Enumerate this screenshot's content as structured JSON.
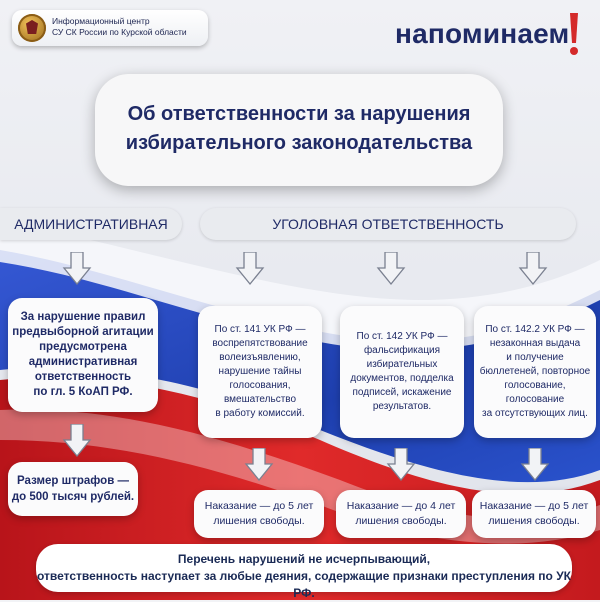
{
  "header": {
    "org_line1": "Информационный центр",
    "org_line2": "СУ СК России по Курской области",
    "remind": "напоминаем"
  },
  "title": {
    "line1": "Об ответственности за нарушения",
    "line2": "избирательного законодательства"
  },
  "categories": {
    "administrative": "АДМИНИСТРАТИВНАЯ",
    "criminal": "УГОЛОВНАЯ ОТВЕТСТВЕННОСТЬ"
  },
  "admin_card": {
    "lines": [
      "За нарушение правил",
      "предвыборной агитации",
      "предусмотрена",
      "административная",
      "ответственность",
      "по гл. 5 КоАП РФ."
    ]
  },
  "admin_fine": {
    "lines": [
      "Размер штрафов —",
      "до 500 тысяч рублей."
    ]
  },
  "criminal_cards": [
    {
      "lines": [
        "По ст. 141 УК РФ —",
        "воспрепятствование",
        "волеизъявлению,",
        "нарушение тайны",
        "голосования,",
        "вмешательство",
        "в работу комиссий."
      ],
      "penalty": [
        "Наказание — до 5 лет",
        "лишения свободы."
      ]
    },
    {
      "lines": [
        "По ст. 142 УК РФ —",
        "фальсификация",
        "избирательных",
        "документов, подделка",
        "подписей, искажение",
        "результатов."
      ],
      "penalty": [
        "Наказание — до 4 лет",
        "лишения свободы."
      ]
    },
    {
      "lines": [
        "По ст. 142.2 УК РФ —",
        "незаконная выдача",
        "и получение",
        "бюллетеней, повторное",
        "голосование,",
        "голосование",
        "за отсутствующих лиц."
      ],
      "penalty": [
        "Наказание — до 5 лет",
        "лишения свободы."
      ]
    }
  ],
  "footer": {
    "line1": "Перечень нарушений не исчерпывающий,",
    "line2": "ответственность наступает за любые деяния, содержащие признаки преступления по УК РФ."
  },
  "colors": {
    "flag_white": "#f4f5f8",
    "flag_blue": "#2a4fc4",
    "flag_red": "#d11a1a",
    "text_navy": "#1f2a66",
    "accent_red": "#d42a2a"
  }
}
